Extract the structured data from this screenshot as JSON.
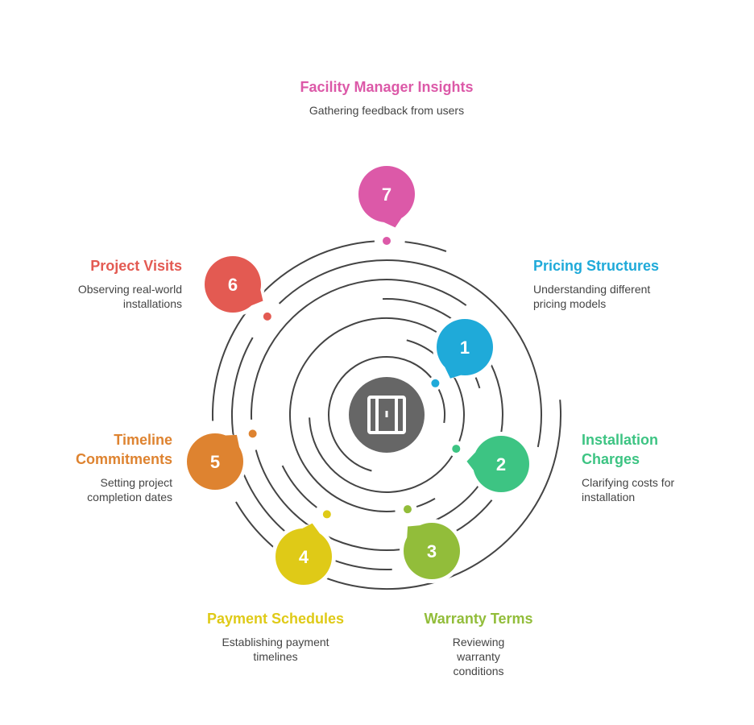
{
  "steps": [
    {
      "num": "1",
      "title": "Pricing Structures",
      "desc": "Understanding different pricing models",
      "color": "#1faad9"
    },
    {
      "num": "2",
      "title": "Installation Charges",
      "desc": "Clarifying costs for installation",
      "color": "#3dc483"
    },
    {
      "num": "3",
      "title": "Warranty Terms",
      "desc": "Reviewing warranty conditions",
      "color": "#92bd3a"
    },
    {
      "num": "4",
      "title": "Payment Schedules",
      "desc": "Establishing payment timelines",
      "color": "#dfca17"
    },
    {
      "num": "5",
      "title": "Timeline Commitments",
      "desc": "Setting project completion dates",
      "color": "#de8330"
    },
    {
      "num": "6",
      "title": "Project Visits",
      "desc": "Observing real-world installations",
      "color": "#e35a52"
    },
    {
      "num": "7",
      "title": "Facility Manager Insights",
      "desc": "Gathering feedback from users",
      "color": "#dc59a8"
    }
  ],
  "center_icon": "door-icon",
  "ring_color": "#444444",
  "center_color": "#666666"
}
